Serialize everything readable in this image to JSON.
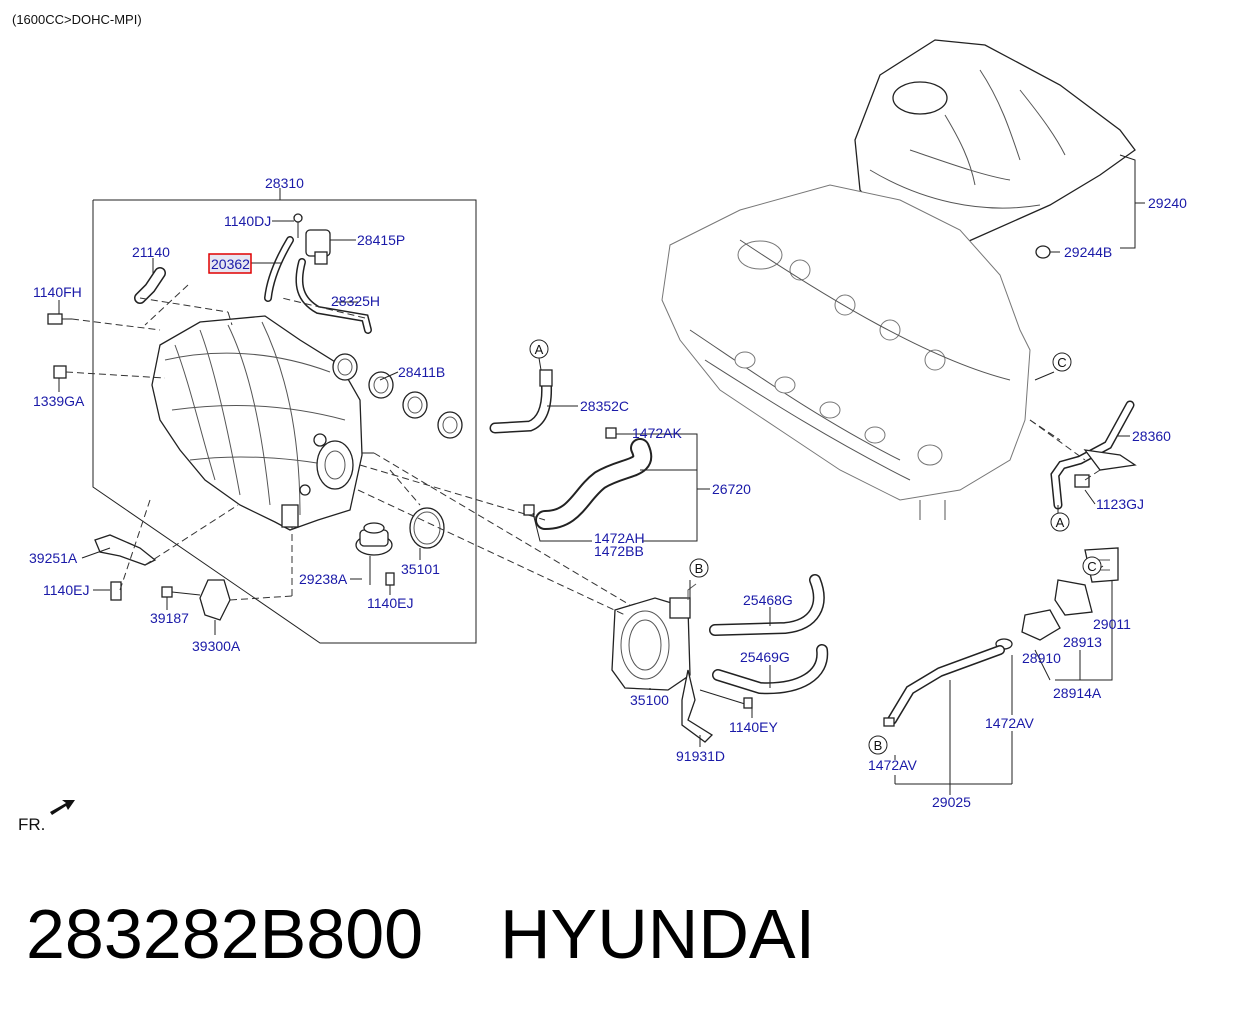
{
  "header": {
    "engine_code": "(1600CC>DOHC-MPI)"
  },
  "footer": {
    "part_number": "283282B800",
    "brand": "HYUNDAI"
  },
  "direction": {
    "label": "FR."
  },
  "callouts": [
    "A",
    "B",
    "C",
    "A",
    "B",
    "C"
  ],
  "highlighted_part": "20362",
  "labels": {
    "l28310": "28310",
    "l1140DJ": "1140DJ",
    "l28415P": "28415P",
    "l21140": "21140",
    "l20362": "20362",
    "l28325H": "28325H",
    "l1140FH": "1140FH",
    "l1339GA": "1339GA",
    "l28411B": "28411B",
    "l28352C": "28352C",
    "l1472AK": "1472AK",
    "l26720": "26720",
    "l1472AH": "1472AH",
    "l1472BB": "1472BB",
    "l39251A": "39251A",
    "l1140EJ_a": "1140EJ",
    "l39187": "39187",
    "l39300A": "39300A",
    "l29238A": "29238A",
    "l35101": "35101",
    "l1140EJ_b": "1140EJ",
    "l25468G": "25468G",
    "l25469G": "25469G",
    "l35100": "35100",
    "l1140EY": "1140EY",
    "l91931D": "91931D",
    "l29240": "29240",
    "l29244B": "29244B",
    "l28360": "28360",
    "l1123GJ": "1123GJ",
    "l29011": "29011",
    "l28913": "28913",
    "l28910": "28910",
    "l28914A": "28914A",
    "l1472AV_a": "1472AV",
    "l1472AV_b": "1472AV",
    "l29025": "29025"
  }
}
